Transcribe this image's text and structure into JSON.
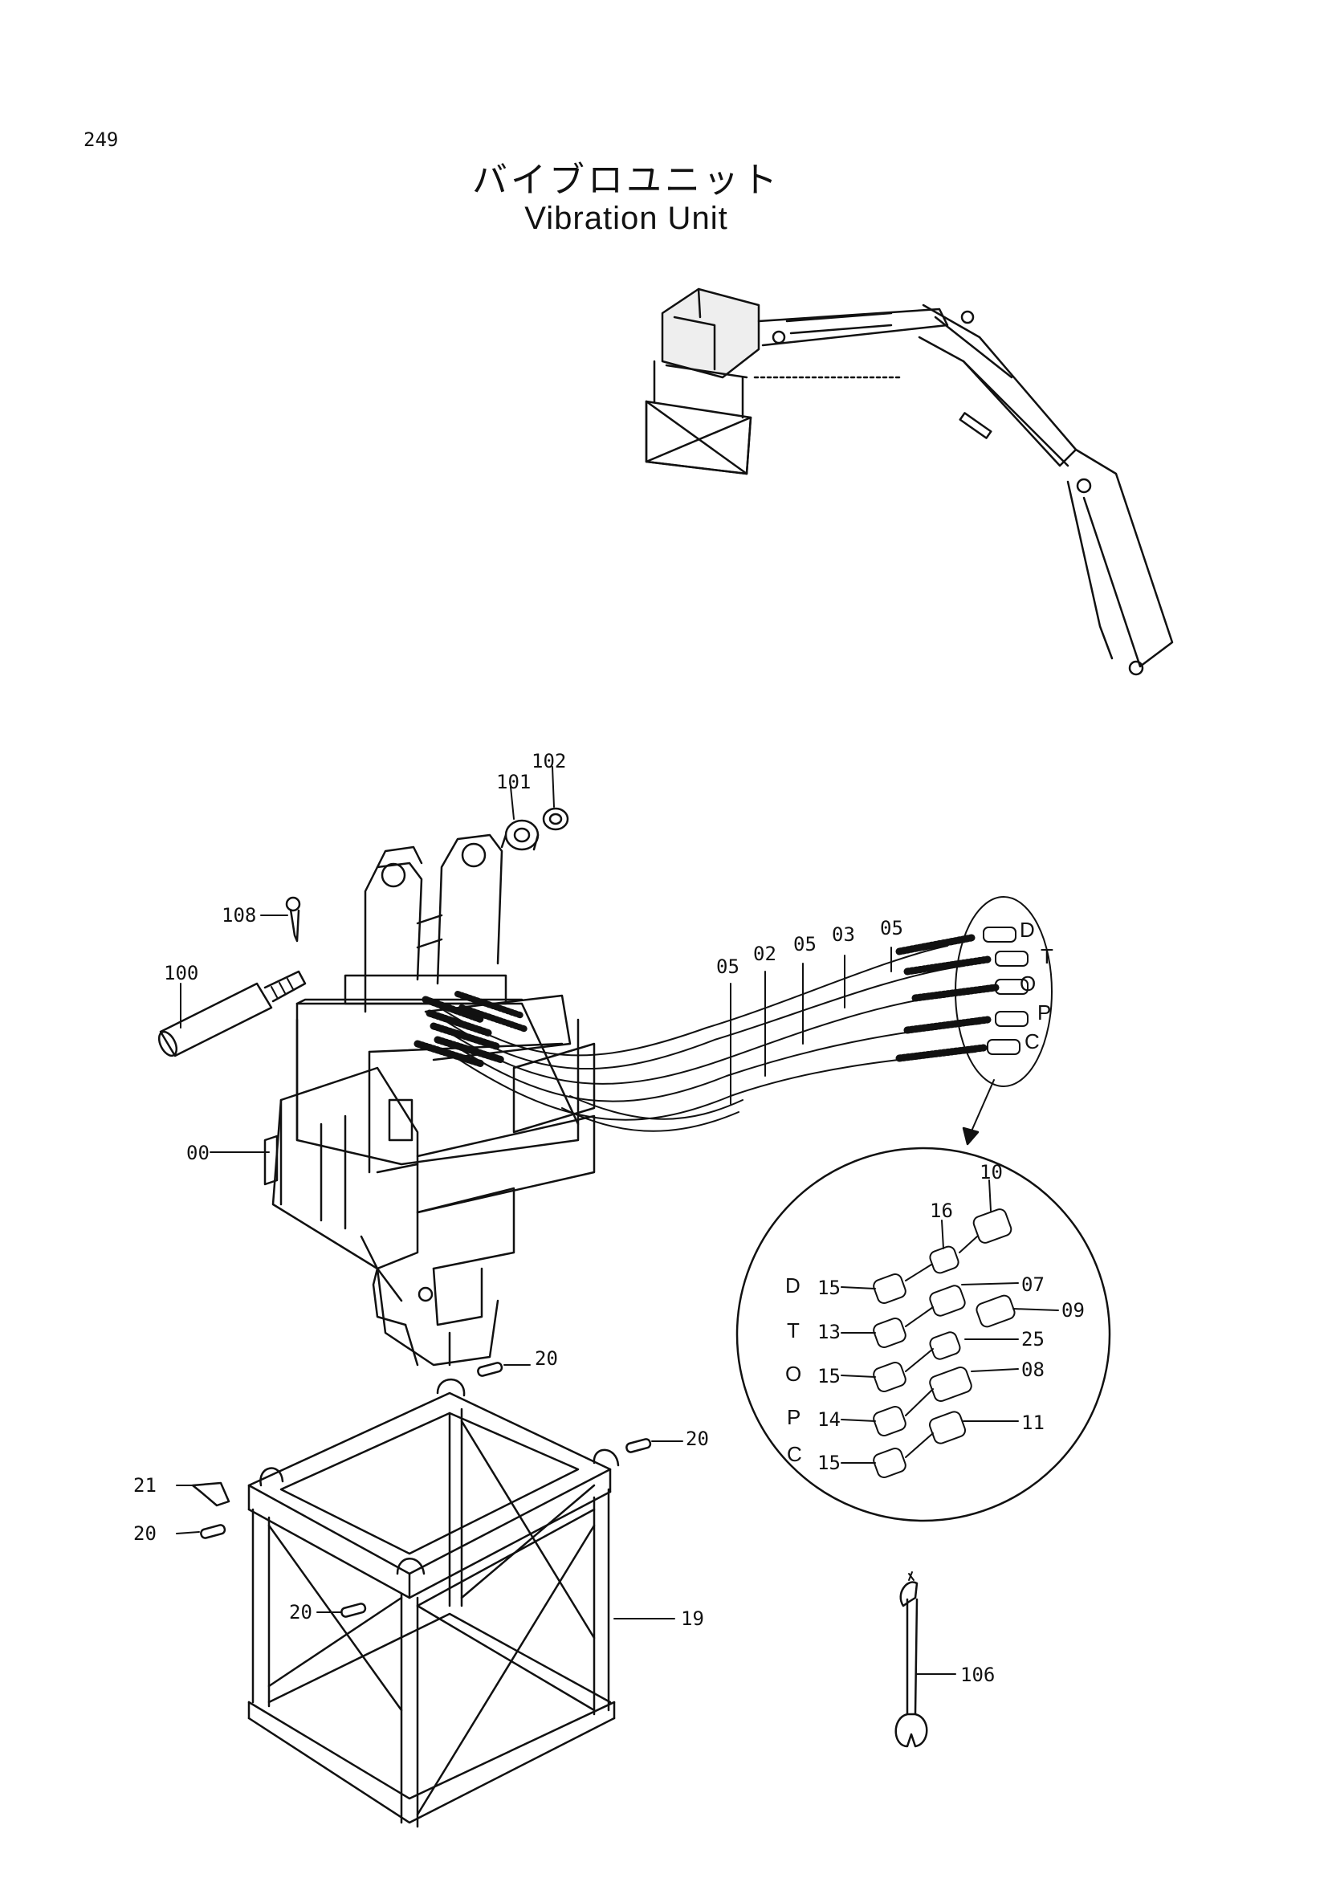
{
  "page_number": "249",
  "title_jp": "バイブロユニット",
  "title_en": "Vibration Unit",
  "callouts": {
    "c101": "101",
    "c102": "102",
    "c108": "108",
    "c100": "100",
    "c00": "00",
    "h05a": "05",
    "h02": "02",
    "h05b": "05",
    "h03": "03",
    "h05c": "05",
    "d10": "10",
    "d16": "16",
    "d07": "07",
    "d09": "09",
    "d25": "25",
    "d08": "08",
    "d11": "11",
    "d15a": "15",
    "d13": "13",
    "d15b": "15",
    "d14": "14",
    "d15c": "15",
    "f20a": "20",
    "f20b": "20",
    "f20c": "20",
    "f20d": "20",
    "f21": "21",
    "f19": "19",
    "t106": "106"
  },
  "ports": {
    "main": [
      "D",
      "T",
      "O",
      "P",
      "C"
    ],
    "detail": [
      "D",
      "T",
      "O",
      "P",
      "C"
    ]
  }
}
